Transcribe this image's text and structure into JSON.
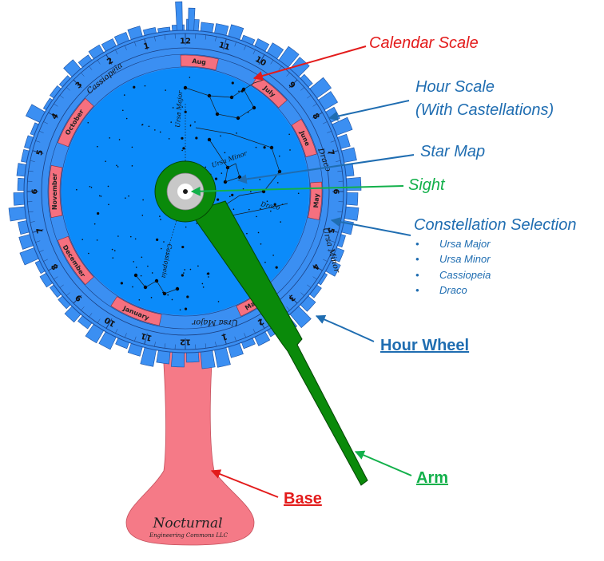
{
  "labels": {
    "calendar_scale": "Calendar Scale",
    "hour_scale_line1": "Hour Scale",
    "hour_scale_line2": "(With Castellations)",
    "star_map": "Star Map",
    "sight": "Sight",
    "constellation_selection": "Constellation Selection",
    "constellation_items": [
      "Ursa Major",
      "Ursa Minor",
      "Cassiopeia",
      "Draco"
    ],
    "hour_wheel": "Hour Wheel",
    "arm": "Arm",
    "base": "Base"
  },
  "device": {
    "hour_numbers": [
      "12",
      "11",
      "10",
      "9",
      "8",
      "7",
      "6",
      "5",
      "4",
      "3",
      "2",
      "1",
      "12",
      "11",
      "10",
      "9",
      "8",
      "7",
      "6",
      "5",
      "4",
      "3",
      "2",
      "1"
    ],
    "month_windows": [
      "Aug",
      "July",
      "June",
      "May",
      "March",
      "January",
      "December",
      "November",
      "October"
    ],
    "wheel_selection_labels": [
      "Cassiopeia",
      "Draco",
      "Ursa Minor",
      "Ursa Major"
    ],
    "map_constellation_labels": [
      "Ursa Major",
      "Ursa Minor",
      "Draco",
      "Cassiopeia"
    ],
    "brand_name": "Nocturnal",
    "brand_sub": "Engineering Commons LLC"
  },
  "colors": {
    "wheel": "#3b8ff2",
    "star_map": "#0b8bfa",
    "calendar": "#f5707f",
    "arm": "#0a8a0a",
    "base": "#f57a87",
    "red": "#e31b1b",
    "blue": "#1f6db1",
    "green": "#12b04a"
  }
}
